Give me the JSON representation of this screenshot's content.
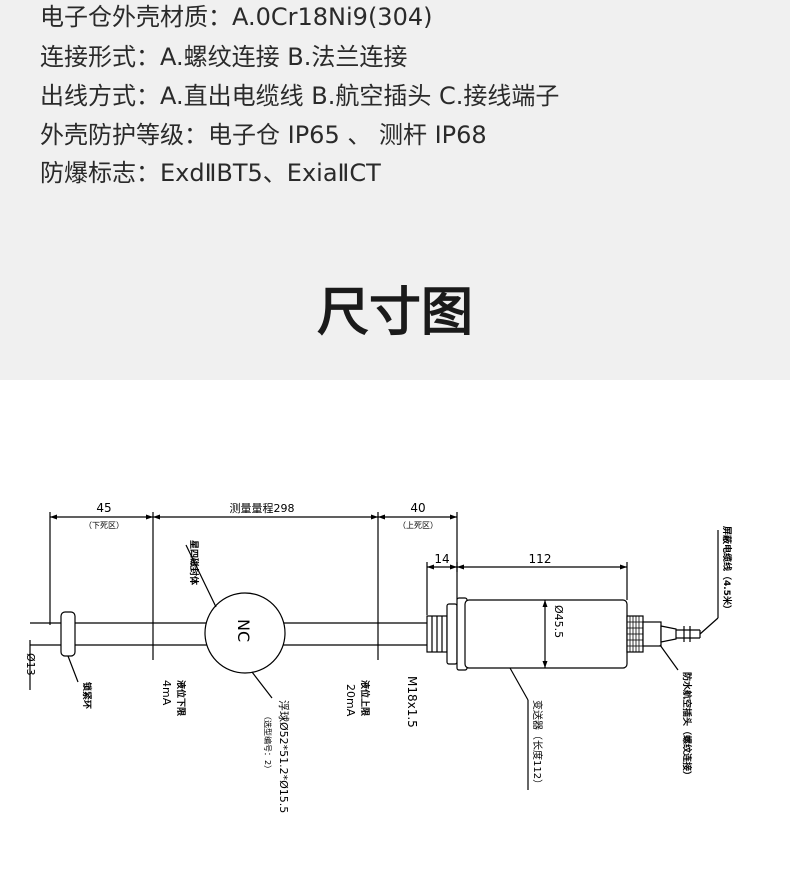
{
  "specs": [
    "电子仓外壳材质：A.0Cr18Ni9(304)",
    "连接形式：A.螺纹连接   B.法兰连接",
    "出线方式：A.直出电缆线   B.航空插头    C.接线端子",
    "外壳防护等级：电子仓 IP65 、 测杆 IP68",
    "防爆标志：ExdⅡBT5、ExiaⅡCT"
  ],
  "section_title": "尺寸图",
  "drawing": {
    "dim_45": "45",
    "dim_45_note": "（下死区）",
    "dim_range": "测量量程298",
    "dim_40": "40",
    "dim_40_note": "（上死区）",
    "dim_14": "14",
    "dim_112": "112",
    "dia_45_5": "Ø45.5",
    "dia_13": "Ø13",
    "float_label": "NC",
    "label_magnet": "星四磁封体",
    "label_retainer": "锁紧环",
    "label_low": "液位下限",
    "label_4ma": "4mA",
    "label_float": "浮球Ø52*51.2*Ø15.5",
    "label_float_note": "（选型编号：2）",
    "label_high": "液位上限",
    "label_20ma": "20mA",
    "label_thread": "M18x1.5",
    "label_transmitter": "变送器（长度112）",
    "label_connector": "防水航空插头（螺纹连接）",
    "label_cable": "屏蔽电缆线（4.5米）"
  }
}
